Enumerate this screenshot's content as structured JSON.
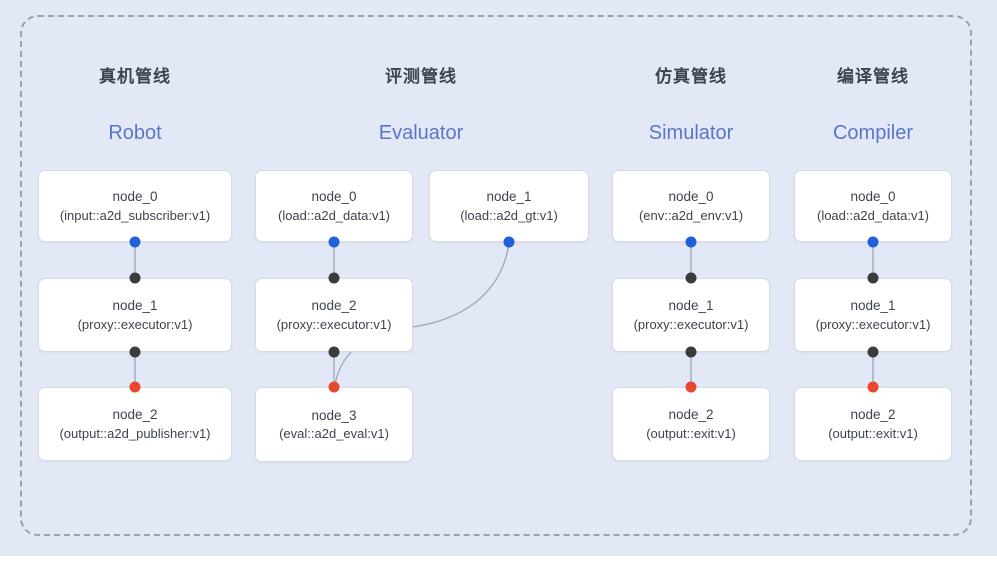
{
  "colors": {
    "background": "#e3e8f6",
    "frame_border": "#9ba1ae",
    "node_bg": "#ffffff",
    "node_border": "#d6dbe6",
    "node_text": "#3e434d",
    "edge": "#9aa6bc",
    "title_zh_color": "#3e4350",
    "title_en_color": "#5b76c9",
    "input_port": "#2160d8",
    "proxy_port": "#3b3b3b",
    "output_port": "#e8482e"
  },
  "pipelines": [
    {
      "title_zh": "真机管线",
      "title_en": "Robot",
      "nodes": [
        {
          "name": "node_0",
          "detail": "(input::a2d_subscriber:v1)"
        },
        {
          "name": "node_1",
          "detail": "(proxy::executor:v1)"
        },
        {
          "name": "node_2",
          "detail": "(output::a2d_publisher:v1)"
        }
      ]
    },
    {
      "title_zh": "评测管线",
      "title_en": "Evaluator",
      "nodes": [
        {
          "name": "node_0",
          "detail": "(load::a2d_data:v1)"
        },
        {
          "name": "node_1",
          "detail": "(load::a2d_gt:v1)"
        },
        {
          "name": "node_2",
          "detail": "(proxy::executor:v1)"
        },
        {
          "name": "node_3",
          "detail": "(eval::a2d_eval:v1)"
        }
      ]
    },
    {
      "title_zh": "仿真管线",
      "title_en": "Simulator",
      "nodes": [
        {
          "name": "node_0",
          "detail": "(env::a2d_env:v1)"
        },
        {
          "name": "node_1",
          "detail": "(proxy::executor:v1)"
        },
        {
          "name": "node_2",
          "detail": "(output::exit:v1)"
        }
      ]
    },
    {
      "title_zh": "编译管线",
      "title_en": "Compiler",
      "nodes": [
        {
          "name": "node_0",
          "detail": "(load::a2d_data:v1)"
        },
        {
          "name": "node_1",
          "detail": "(proxy::executor:v1)"
        },
        {
          "name": "node_2",
          "detail": "(output::exit:v1)"
        }
      ]
    }
  ]
}
